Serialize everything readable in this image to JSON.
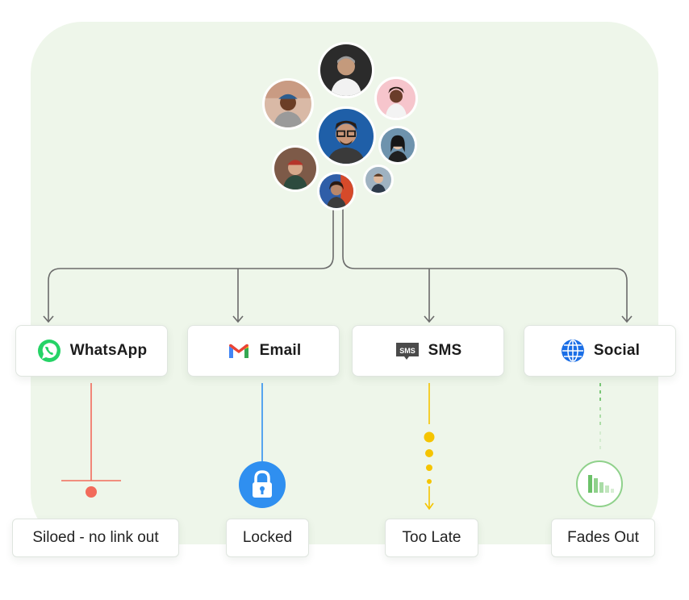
{
  "channels": [
    {
      "label": "WhatsApp",
      "icon": "whatsapp-icon",
      "color": "#25d366"
    },
    {
      "label": "Email",
      "icon": "gmail-icon",
      "color": "#ea4335"
    },
    {
      "label": "SMS",
      "icon": "sms-icon",
      "color": "#444444"
    },
    {
      "label": "Social",
      "icon": "globe-icon",
      "color": "#1a6ee6"
    }
  ],
  "outcomes": [
    {
      "label": "Siloed - no link out",
      "color": "#f26b5b"
    },
    {
      "label": "Locked",
      "color": "#2f8ff0"
    },
    {
      "label": "Too Late",
      "color": "#f5c400"
    },
    {
      "label": "Fades Out",
      "color": "#8fd18b"
    }
  ],
  "sms_icon_text": "SMS",
  "colors": {
    "panel": "#eef6ea",
    "connector": "#6b6b6b"
  }
}
